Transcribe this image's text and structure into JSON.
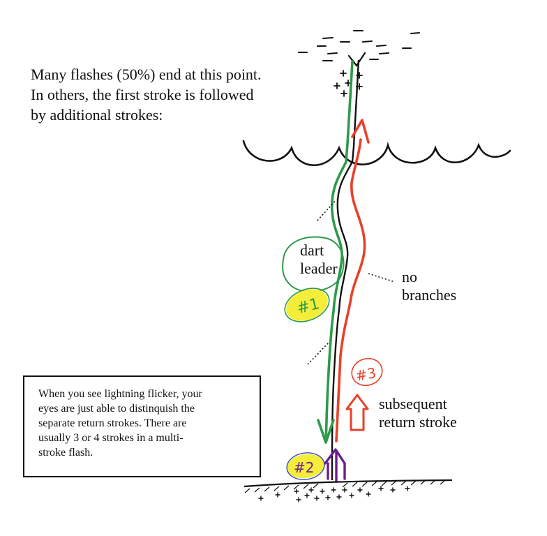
{
  "intro": {
    "lines": [
      "Many flashes (50%) end at this point.",
      "In others, the first stroke is followed",
      "by additional strokes:"
    ]
  },
  "labels": {
    "dart_leader": [
      "dart",
      "leader"
    ],
    "no_branches": [
      "no",
      "branches"
    ],
    "subsequent_return": [
      "subsequent",
      "return stroke"
    ]
  },
  "stroke_marks": {
    "first": "#1",
    "second": "#2",
    "third": "#3"
  },
  "note": {
    "lines": [
      "When you see lightning flicker, your",
      "eyes are just able to distinquish the",
      "separate return strokes.  There are",
      "usually 3 or 4 strokes in a multi-",
      "stroke flash."
    ]
  },
  "colors": {
    "dart_leader": "#2e9a4a",
    "return_stroke": "#e8412a",
    "first_return": "#6a1e8c",
    "highlight": "#f4ee3a",
    "ink": "#111111"
  }
}
